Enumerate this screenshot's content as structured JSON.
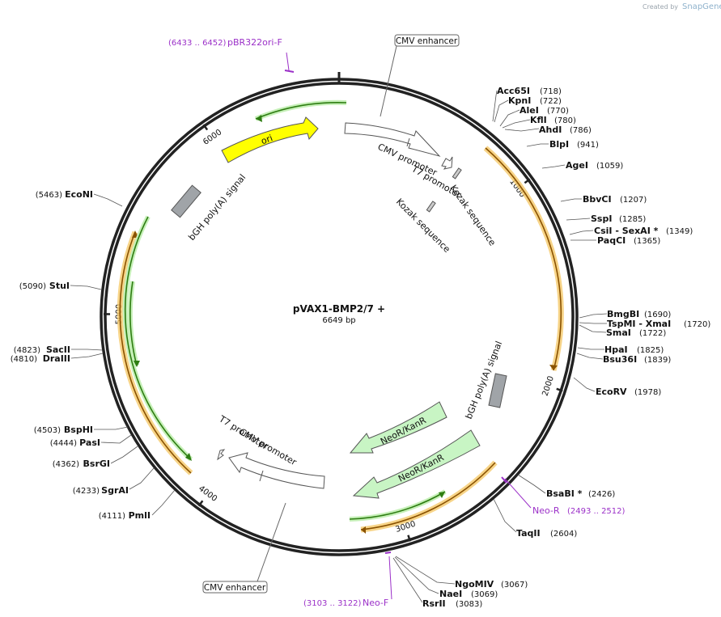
{
  "credit": {
    "prefix": "Created by",
    "brand": "SnapGene"
  },
  "map": {
    "name": "pVAX1-BMP2/7 +",
    "length_label": "6649 bp",
    "total_bp": 6649
  },
  "ticks": [
    {
      "bp": 1000,
      "label": "1000"
    },
    {
      "bp": 2000,
      "label": "2000"
    },
    {
      "bp": 3000,
      "label": "3000"
    },
    {
      "bp": 4000,
      "label": "4000"
    },
    {
      "bp": 5000,
      "label": "5000"
    },
    {
      "bp": 6000,
      "label": "6000"
    }
  ],
  "enzymes": [
    {
      "name": "Acc65I",
      "pos": "(718)"
    },
    {
      "name": "KpnI",
      "pos": "(722)"
    },
    {
      "name": "AleI",
      "pos": "(770)"
    },
    {
      "name": "KflI",
      "pos": "(780)"
    },
    {
      "name": "AhdI",
      "pos": "(786)"
    },
    {
      "name": "BlpI",
      "pos": "(941)"
    },
    {
      "name": "AgeI",
      "pos": "(1059)"
    },
    {
      "name": "BbvCI",
      "pos": "(1207)"
    },
    {
      "name": "SspI",
      "pos": "(1285)"
    },
    {
      "name": "CsiI  - SexAI *",
      "pos": "(1349)"
    },
    {
      "name": "PaqCI",
      "pos": "(1365)"
    },
    {
      "name": "BmgBI",
      "pos": "(1690)"
    },
    {
      "name": "TspMI  - XmaI",
      "pos": "(1720)"
    },
    {
      "name": "SmaI",
      "pos": "(1722)"
    },
    {
      "name": "HpaI",
      "pos": "(1825)"
    },
    {
      "name": "Bsu36I",
      "pos": "(1839)"
    },
    {
      "name": "EcoRV",
      "pos": "(1978)"
    },
    {
      "name": "BsaBI *",
      "pos": "(2426)"
    },
    {
      "name": "TaqII",
      "pos": "(2604)"
    },
    {
      "name": "NgoMIV",
      "pos": "(3067)"
    },
    {
      "name": "NaeI",
      "pos": "(3069)"
    },
    {
      "name": "RsrII",
      "pos": "(3083)"
    },
    {
      "name": "PmlI",
      "pos": "(4111)"
    },
    {
      "name": "SgrAI",
      "pos": "(4233)"
    },
    {
      "name": "BsrGI",
      "pos": "(4362)"
    },
    {
      "name": "PasI",
      "pos": "(4444)"
    },
    {
      "name": "BspHI",
      "pos": "(4503)"
    },
    {
      "name": "DraIII",
      "pos": "(4810)"
    },
    {
      "name": "SacII",
      "pos": "(4823)"
    },
    {
      "name": "StuI",
      "pos": "(5090)"
    },
    {
      "name": "EcoNI",
      "pos": "(5463)"
    }
  ],
  "primers": [
    {
      "name": "pBR322ori-F",
      "range": "(6433 .. 6452)"
    },
    {
      "name": "Neo-R",
      "range": "(2493 .. 2512)"
    },
    {
      "name": "Neo-F",
      "range": "(3103 .. 3122)"
    }
  ],
  "boxed_features": [
    {
      "label": "CMV enhancer"
    },
    {
      "label": "CMV enhancer"
    }
  ],
  "features": {
    "ori": "ori",
    "neo1": "NeoR/KanR",
    "neo2": "NeoR/KanR",
    "cmv_promoter_top": "CMV promoter",
    "t7_promoter_top": "T7 promoter",
    "kozak_a": "Kozak sequence",
    "kozak_b": "Kozak sequence",
    "bgh_top": "bGH poly(A) signal",
    "bgh_right": "bGH poly(A) signal",
    "t7_promoter_bottom": "T7 promoter",
    "cmv_promoter_bottom": "CMV promoter"
  },
  "colors": {
    "backbone": "#222222",
    "orf_orange": "#f5a623",
    "orf_green": "#2e7d12",
    "ori_yellow": "#ffff00",
    "neo_green": "#c8f5c4",
    "polyA_grey": "#a0a4a8",
    "primer_purple": "#9b30c8"
  }
}
